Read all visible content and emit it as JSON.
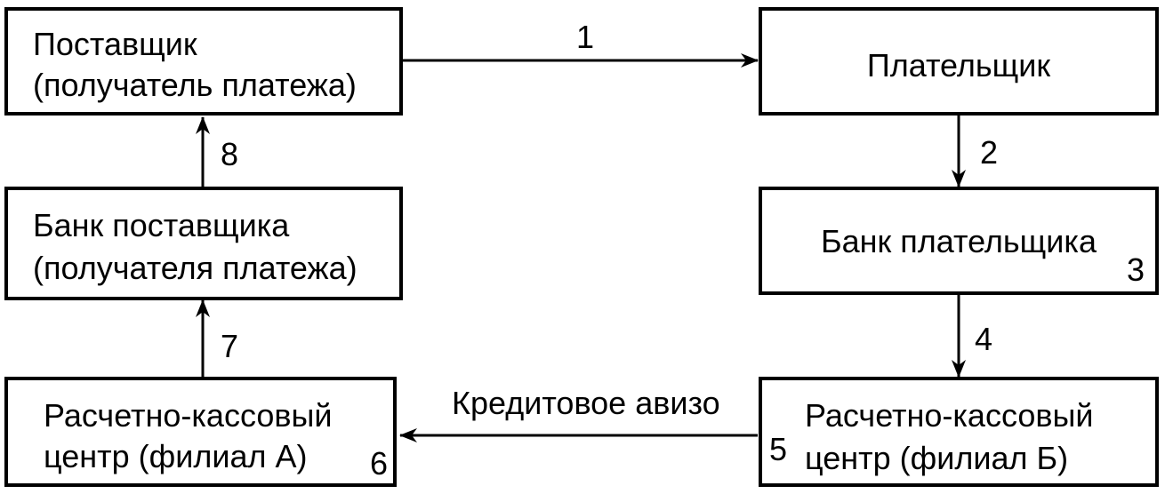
{
  "boxes": {
    "supplier": {
      "line1": "Поставщик",
      "line2": "(получатель платежа)"
    },
    "payer": {
      "line1": "Плательщик"
    },
    "supplier_bank": {
      "line1": "Банк поставщика",
      "line2": "(получателя платежа)"
    },
    "payer_bank": {
      "line1": "Банк плательщика",
      "number": "3"
    },
    "rkc_a": {
      "line1": "Расчетно-кассовый",
      "line2": "центр (филиал А)",
      "number": "6"
    },
    "rkc_b": {
      "line1": "Расчетно-кассовый",
      "line2": "центр (филиал Б)",
      "number": "5"
    }
  },
  "arrows": {
    "step1": "1",
    "step2": "2",
    "step4": "4",
    "step7": "7",
    "step8": "8",
    "credit_advice": "Кредитовое авизо"
  }
}
